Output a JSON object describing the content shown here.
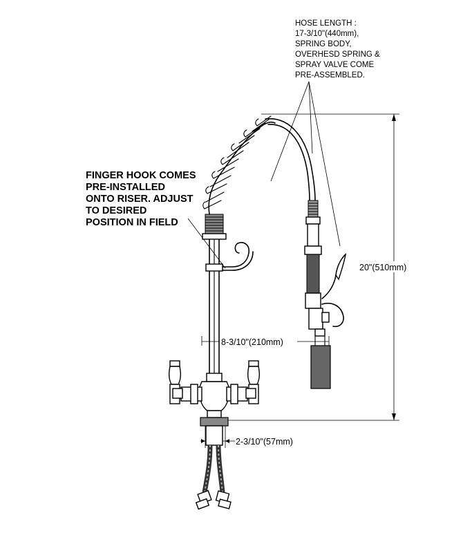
{
  "annotations": {
    "hose_note": [
      "HOSE LENGTH :",
      "17-3/10\"(440mm),",
      "SPRING BODY,",
      "OVERHESD SPRING &",
      "SPRAY VALVE COME",
      "PRE-ASSEMBLED."
    ],
    "finger_hook_note": [
      "FINGER HOOK COMES",
      "PRE-INSTALLED",
      "ONTO RISER. ADJUST",
      "TO DESIRED",
      "POSITION IN FIELD"
    ]
  },
  "dimensions": {
    "height": "20\"(510mm)",
    "reach": "8-3/10\"(210mm)",
    "base": "2-3/10\"(57mm)"
  }
}
